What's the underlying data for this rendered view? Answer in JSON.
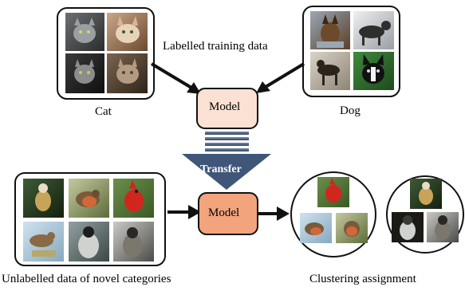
{
  "labels": {
    "training_data": "Labelled training data",
    "class_cat": "Cat",
    "class_dog": "Dog",
    "model_top": "Model",
    "model_bottom": "Model",
    "transfer": "Transfer",
    "unlabelled": "Unlabelled data of novel categories",
    "clustering": "Clustering assignment"
  },
  "colors": {
    "model_top_fill": "#fbe1d3",
    "model_bottom_fill": "#f2a47d",
    "transfer_arrow": "#3f5679",
    "outline": "#111111"
  },
  "thumbnails": {
    "cats": [
      "cat-photo",
      "cat-photo",
      "cat-photo",
      "cat-photo"
    ],
    "dogs": [
      "dog-photo",
      "dog-photo",
      "dog-photo",
      "dog-photo"
    ],
    "novel": [
      "monkey-photo",
      "robin-photo",
      "cardinal-photo",
      "sparrow-photo",
      "langur-photo",
      "monkey-photo"
    ],
    "cluster_birds": [
      "cardinal-photo",
      "robin-photo",
      "robin-photo"
    ],
    "cluster_monkeys": [
      "monkey-photo",
      "langur-photo",
      "monkey-photo"
    ]
  }
}
